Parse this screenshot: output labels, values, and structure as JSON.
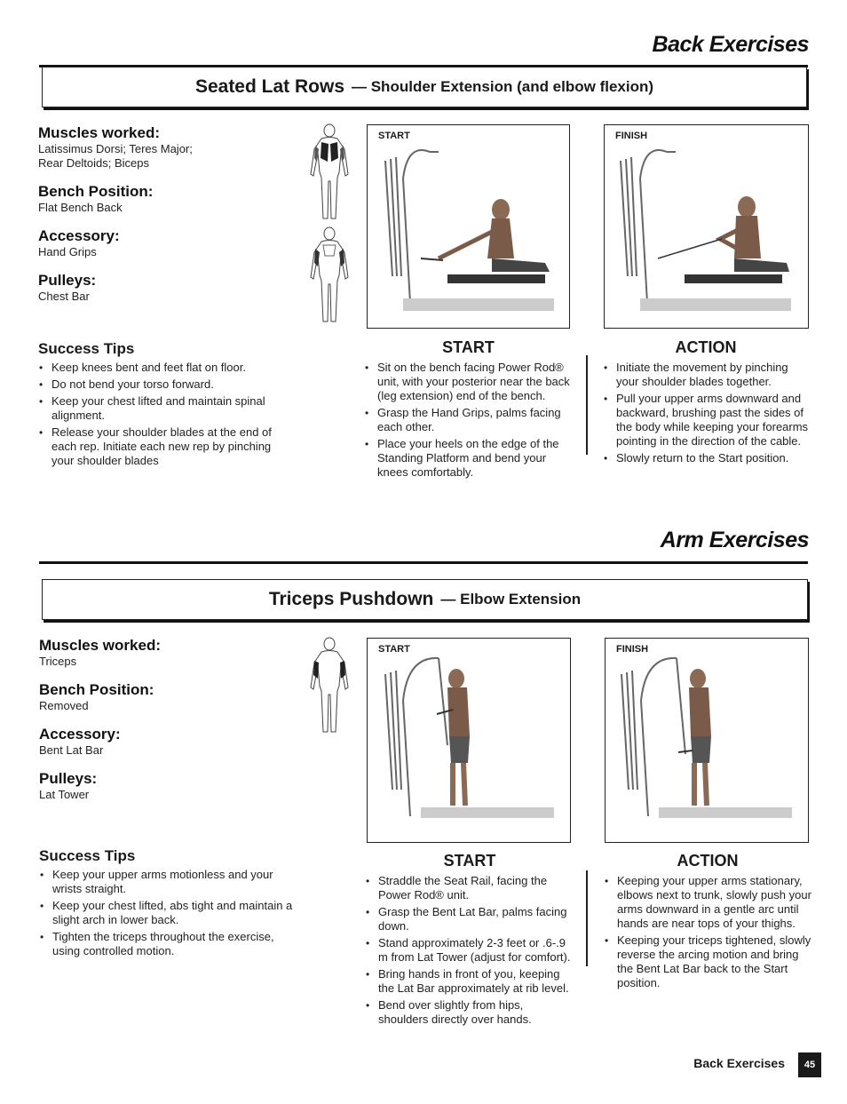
{
  "back": {
    "heading": "Back Exercises",
    "exercise": {
      "name": "Seated Lat Rows",
      "subtitle": "— Shoulder Extension (and elbow flexion)"
    },
    "muscles": {
      "label": "Muscles worked:",
      "lines": [
        "Latissimus Dorsi; Teres Major;",
        "Rear Deltoids; Biceps"
      ]
    },
    "bench": {
      "label": "Bench Position:",
      "value": "Flat Bench Back"
    },
    "accessory": {
      "label": "Accessory:",
      "value": "Hand Grips"
    },
    "pulleys": {
      "label": "Pulleys:",
      "value": "Chest Bar"
    },
    "tips": {
      "label": "Success Tips",
      "items": [
        "Keep knees bent and feet flat on floor.",
        "Do not bend your torso forward.",
        "Keep your chest lifted and maintain spinal alignment.",
        "Release your shoulder blades at the end of each rep. Initiate each new rep by pinching your shoulder blades"
      ]
    },
    "photos": {
      "start_tag": "START",
      "finish_tag": "FINISH"
    },
    "start": {
      "label": "START",
      "items": [
        "Sit on the bench facing Power Rod® unit, with your posterior near the back (leg extension) end of the bench.",
        "Grasp the Hand Grips, palms facing each other.",
        "Place your heels on the edge of the Standing Platform and bend your knees comfortably."
      ]
    },
    "action": {
      "label": "ACTION",
      "items": [
        "Initiate the movement by pinching your shoulder blades together.",
        "Pull your upper arms downward and backward, brushing past the sides of the body while keeping your forearms pointing in the direction of the cable.",
        "Slowly return to the Start position."
      ]
    }
  },
  "arm": {
    "heading": "Arm Exercises",
    "exercise": {
      "name": "Triceps Pushdown",
      "subtitle": "— Elbow Extension"
    },
    "muscles": {
      "label": "Muscles worked:",
      "lines": [
        "Triceps"
      ]
    },
    "bench": {
      "label": "Bench Position:",
      "value": "Removed"
    },
    "accessory": {
      "label": "Accessory:",
      "value": "Bent Lat Bar"
    },
    "pulleys": {
      "label": "Pulleys:",
      "value": "Lat Tower"
    },
    "tips": {
      "label": "Success Tips",
      "items": [
        "Keep your upper arms motionless and your wrists straight.",
        "Keep your chest lifted, abs tight and maintain a slight arch in lower back.",
        "Tighten the triceps throughout the exercise, using controlled motion."
      ]
    },
    "photos": {
      "start_tag": "START",
      "finish_tag": "FINISH"
    },
    "start": {
      "label": "START",
      "items": [
        "Straddle the Seat Rail, facing the Power Rod® unit.",
        "Grasp the Bent Lat Bar, palms facing down.",
        "Stand approximately 2-3 feet or .6-.9 m from Lat Tower (adjust for comfort).",
        "Bring hands in front of you, keeping the Lat Bar approximately at rib level.",
        "Bend over slightly from hips, shoulders directly over hands."
      ]
    },
    "action": {
      "label": "ACTION",
      "items": [
        "Keeping your upper arms stationary, elbows next to trunk, slowly push your arms downward in a gentle arc until hands are near tops of your thighs.",
        "Keeping your triceps tightened, slowly reverse the arcing motion and bring the Bent Lat Bar back to the Start position."
      ]
    }
  },
  "footer": {
    "label": "Back Exercises",
    "page": "45"
  }
}
